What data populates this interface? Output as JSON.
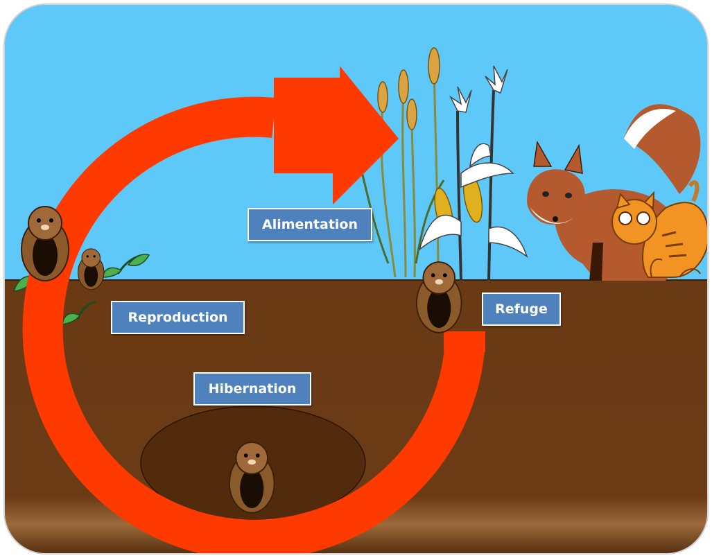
{
  "diagram": {
    "labels": {
      "alimentation": "Alimentation",
      "reproduction": "Reproduction",
      "refuge": "Refuge",
      "hibernation": "Hibernation"
    },
    "colors": {
      "sky": "#5ec8f8",
      "soil": "#6b3b16",
      "soil_dark": "#4a2709",
      "cycle_arrow": "#ff3a00",
      "label_box": "#4f81bd",
      "burrow": "#522b0c",
      "hamster_body": "#8b5a2b",
      "hamster_belly": "#1a0d04",
      "fox": "#b55a2e",
      "cat": "#f29424",
      "wheat": "#d9a441",
      "corn": "#e0b020",
      "leaf": "#2e7d32"
    },
    "icons": [
      "hamster-icon",
      "fox-icon",
      "cat-icon",
      "wheat-icon",
      "corn-icon",
      "sprout-icon",
      "cycle-arrow-icon"
    ]
  }
}
